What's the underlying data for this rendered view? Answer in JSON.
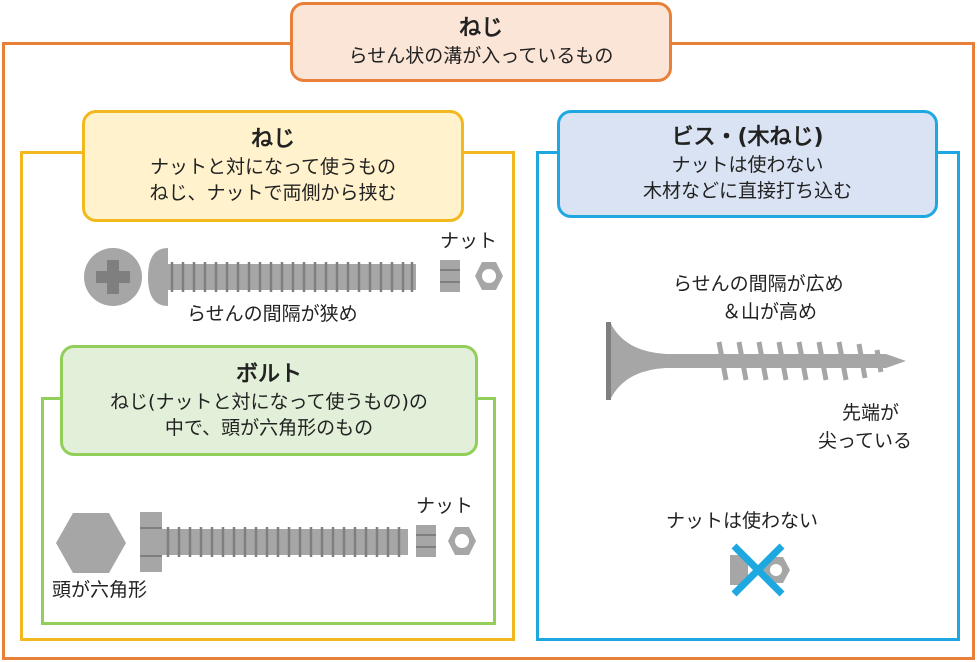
{
  "colors": {
    "outer": "#e8803a",
    "outer_fill": "#fbe5d6",
    "screw_group": "#f2b81e",
    "screw_fill": "#fff2cc",
    "bolt_group": "#92cf5a",
    "bolt_fill": "#e2f0d9",
    "wood_group": "#1ea8e0",
    "wood_fill": "#dae3f3",
    "metal": "#a6a6a6",
    "metal_dark": "#7f7f7f",
    "cross": "#1ea8e0"
  },
  "neji": {
    "title": "ねじ",
    "desc": "らせん状の溝が入っているもの"
  },
  "machine_screw": {
    "title": "ねじ",
    "desc_lines": [
      "ナットと対になって使うもの",
      "ねじ、ナットで両側から挟む"
    ],
    "nut_label": "ナット",
    "thread_label": "らせんの間隔が狭め",
    "head_icon": "phillips-head-icon"
  },
  "bolt": {
    "title": "ボルト",
    "desc_lines": [
      "ねじ(ナットと対になって使うもの)の",
      "中で、頭が六角形のもの"
    ],
    "nut_label": "ナット",
    "head_label": "頭が六角形",
    "head_icon": "hexagon-head-icon"
  },
  "wood_screw": {
    "title": "ビス・(木ねじ)",
    "desc_lines": [
      "ナットは使わない",
      "木材などに直接打ち込む"
    ],
    "thread_label_lines": [
      "らせんの間隔が広め",
      "＆山が高め"
    ],
    "tip_label_lines": [
      "先端が",
      "尖っている"
    ],
    "no_nut_label": "ナットは使わない",
    "no_nut_icon": "cross-out-icon"
  }
}
